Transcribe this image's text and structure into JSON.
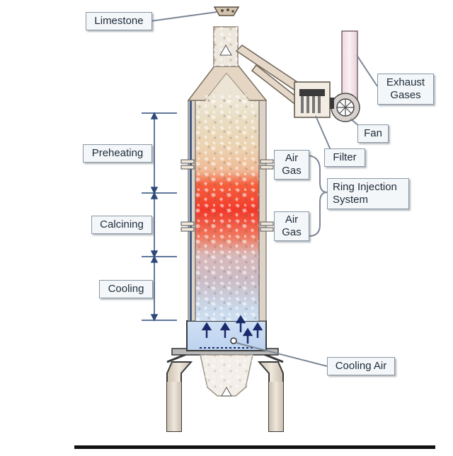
{
  "labels": {
    "limestone": "Limestone",
    "exhaust_gases": [
      "Exhaust",
      "Gases"
    ],
    "fan": "Fan",
    "filter": "Filter",
    "preheating": "Preheating",
    "calcining": "Calcining",
    "cooling": "Cooling",
    "air_gas_upper": [
      "Air",
      "Gas"
    ],
    "air_gas_lower": [
      "Air",
      "Gas"
    ],
    "ring_injection": [
      "Ring Injection",
      "System"
    ],
    "cooling_air": "Cooling Air"
  },
  "colors": {
    "label_border": "#8a98a5",
    "label_bg": "#f4f7f9",
    "dimension_line": "#2c4a7a",
    "kiln_wall": "#e6d8c8",
    "steel": "#5a6570",
    "preheat_zone": "#e8b890",
    "calcine_zone": "#f04030",
    "cool_zone": "#c8b0b8",
    "air_arrows": "#1a2a6a"
  },
  "icons": [
    "exhaust-stack",
    "fan-icon",
    "filter-icon",
    "limestone-hopper-icon",
    "air-arrow-icon"
  ]
}
